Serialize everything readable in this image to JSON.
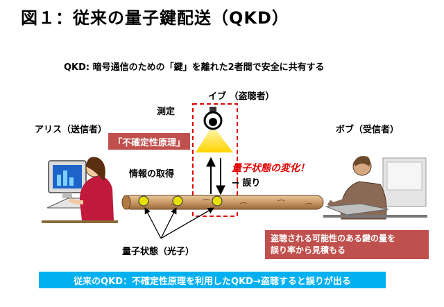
{
  "title": "図１：従来の量子鍵配送（QKD）",
  "subtitle": "QKD: 暗号通信のための「鍵」を離れた2者間で安全に共有する",
  "labels": {
    "eve": "イブ （盗聴者）",
    "measure": "測定",
    "alice": "アリス（送信者）",
    "bob": "ボブ（受信者）",
    "uncertainty": "「不確定性原理」",
    "info": "情報の取得",
    "state_change": "量子状態の変化！",
    "error": "→ 誤り",
    "photons": "量子状態（光子）"
  },
  "note": {
    "line1": "盗聴される可能性のある鍵の量を",
    "line2": "誤り率から見積もる"
  },
  "bottom_banner": "従来のQKD：不確定性原理を利用したQKD→盗聴すると誤りが出る",
  "colors": {
    "red_box": "#c0504d",
    "banner": "#00b0f0",
    "dashed": "#e00000",
    "photon": "#e8e000",
    "lamp": "#ffd700"
  }
}
